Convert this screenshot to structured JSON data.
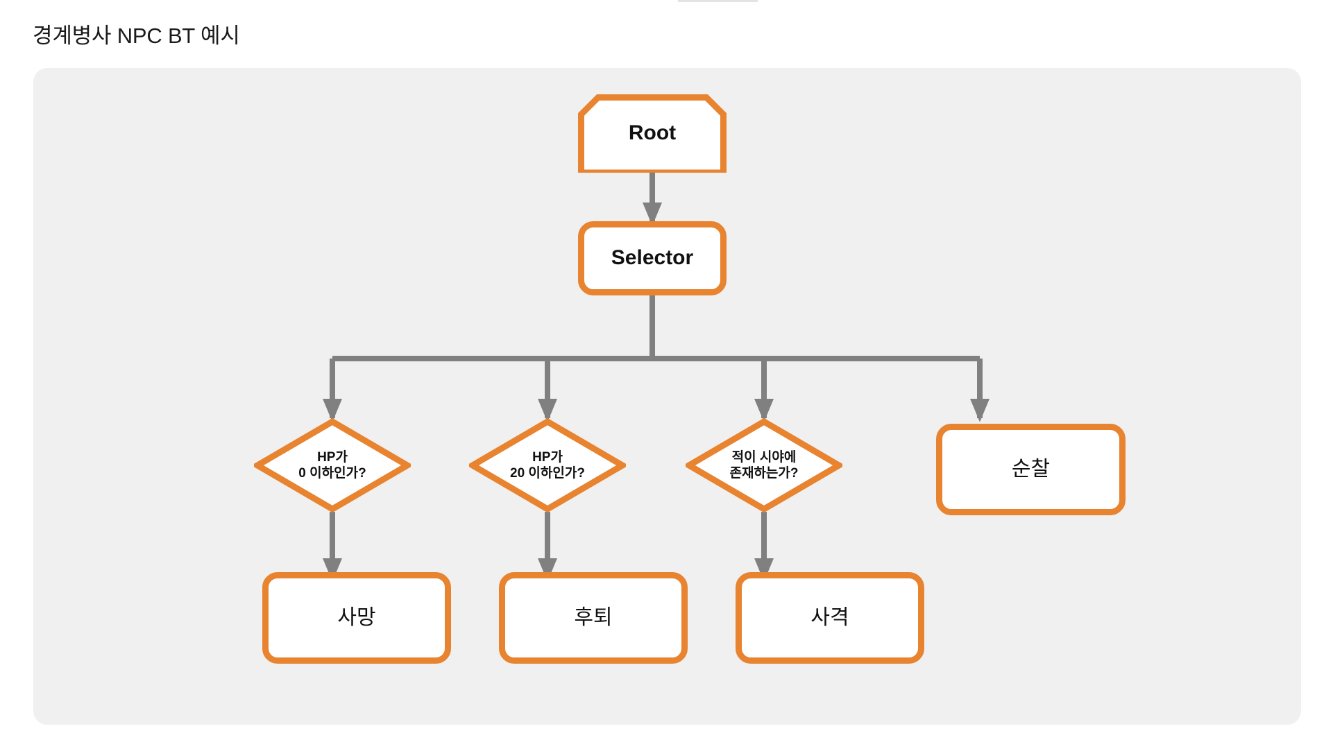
{
  "page": {
    "title": "경계병사 NPC BT 예시",
    "background": "#ffffff"
  },
  "theme": {
    "panel_background": "#f0f0f0",
    "node_border": "#e8832f",
    "node_fill": "#ffffff",
    "connector": "#808080",
    "text": "#111111"
  },
  "diagram": {
    "type": "behavior-tree",
    "nodes": {
      "root": {
        "label": "Root",
        "shape": "chamfered-rect"
      },
      "selector": {
        "label": "Selector",
        "shape": "rounded-rect"
      },
      "cond_hp0": {
        "line1": "HP가",
        "line2_value": "0",
        "line2_rest": " 이하인가?",
        "shape": "diamond"
      },
      "cond_hp20": {
        "line1": "HP가",
        "line2_value": "20",
        "line2_rest": " 이하인가?",
        "shape": "diamond"
      },
      "cond_enemy": {
        "line1": "적이 시야에",
        "line2": "존재하는가?",
        "shape": "diamond"
      },
      "act_patrol": {
        "label": "순찰",
        "shape": "rounded-rect"
      },
      "act_death": {
        "label": "사망",
        "shape": "rounded-rect"
      },
      "act_retreat": {
        "label": "후퇴",
        "shape": "rounded-rect"
      },
      "act_fire": {
        "label": "사격",
        "shape": "rounded-rect"
      }
    },
    "edges": [
      {
        "from": "root",
        "to": "selector"
      },
      {
        "from": "selector",
        "to": "cond_hp0"
      },
      {
        "from": "selector",
        "to": "cond_hp20"
      },
      {
        "from": "selector",
        "to": "cond_enemy"
      },
      {
        "from": "selector",
        "to": "act_patrol"
      },
      {
        "from": "cond_hp0",
        "to": "act_death"
      },
      {
        "from": "cond_hp20",
        "to": "act_retreat"
      },
      {
        "from": "cond_enemy",
        "to": "act_fire"
      }
    ]
  }
}
